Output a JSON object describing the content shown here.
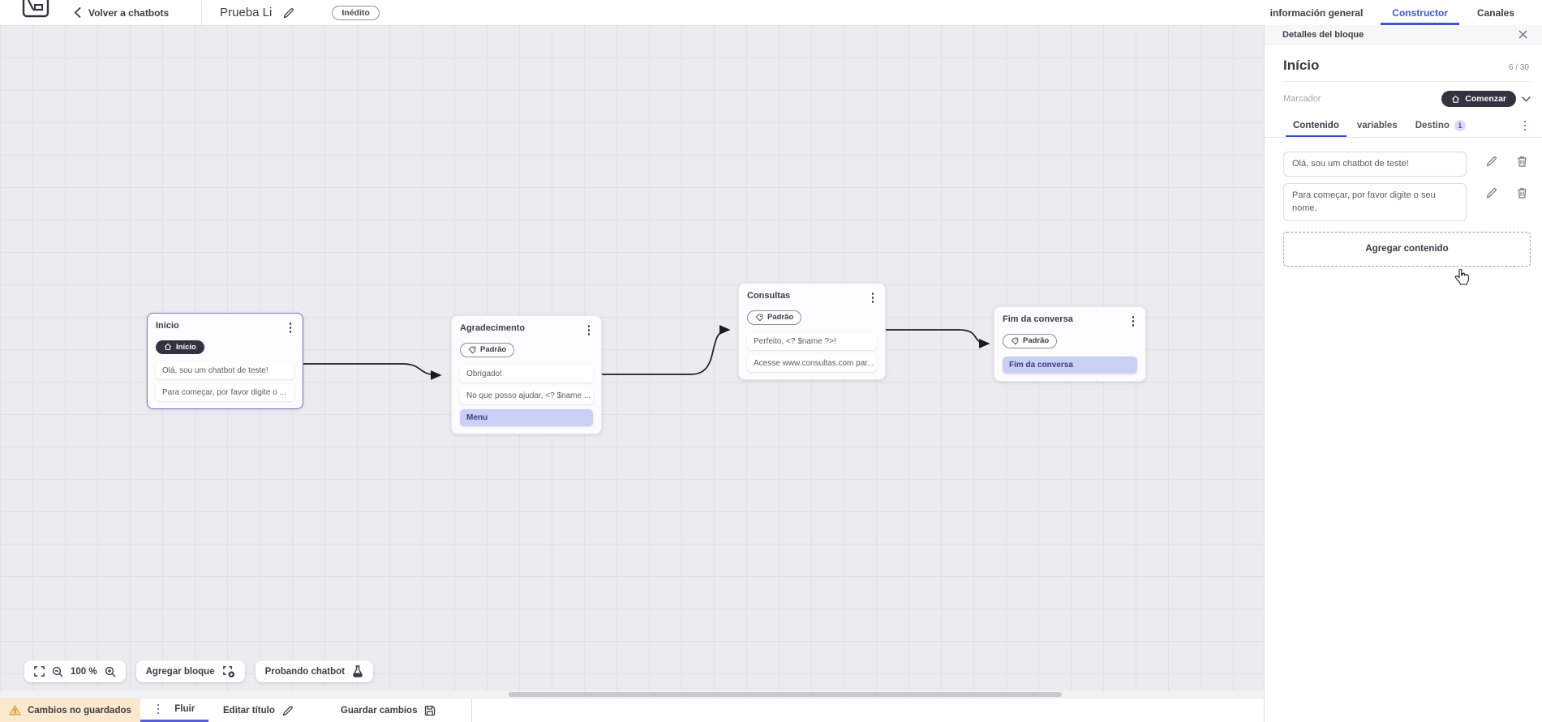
{
  "topbar": {
    "back_label": "Volver a chatbots",
    "title": "Prueba Li",
    "status_badge": "Inédito",
    "tabs": [
      {
        "label": "información general",
        "active": false
      },
      {
        "label": "Constructor",
        "active": true
      },
      {
        "label": "Canales",
        "active": false
      }
    ]
  },
  "canvas": {
    "nodes": [
      {
        "title": "Início",
        "badge": "Início",
        "badge_style": "dark",
        "selected": true,
        "items": [
          {
            "text": "Olá, sou um chatbot de teste!",
            "highlight": false
          },
          {
            "text": "Para começar, por favor digite o ...",
            "highlight": false
          }
        ]
      },
      {
        "title": "Agradecimento",
        "badge": "Padrão",
        "badge_style": "outline",
        "selected": false,
        "items": [
          {
            "text": "Obrigado!",
            "highlight": false
          },
          {
            "text": "No que posso ajudar, <? $name ...",
            "highlight": false
          },
          {
            "text": "Menu",
            "highlight": true
          }
        ]
      },
      {
        "title": "Consultas",
        "badge": "Padrão",
        "badge_style": "outline",
        "selected": false,
        "items": [
          {
            "text": "Perfeito, <? $name ?>!",
            "highlight": false
          },
          {
            "text": "Acesse www.consultas.com par...",
            "highlight": false
          }
        ]
      },
      {
        "title": "Fim da conversa",
        "badge": "Padrão",
        "badge_style": "outline",
        "selected": false,
        "items": [
          {
            "text": "Fim da conversa",
            "highlight": true
          }
        ]
      }
    ],
    "controls": {
      "zoom_level": "100 %",
      "add_block_label": "Agregar bloque",
      "test_chatbot_label": "Probando chatbot"
    }
  },
  "panel": {
    "header": "Detalles del bloque",
    "block_title": "Início",
    "char_counter": "6 / 30",
    "marker_label": "Marcador",
    "marker_value": "Comenzar",
    "tabs": [
      {
        "label": "Contenido",
        "active": true
      },
      {
        "label": "variables",
        "active": false
      },
      {
        "label": "Destino",
        "active": false,
        "badge": "1"
      }
    ],
    "contents": [
      "Olá, sou um chatbot de teste!",
      "Para começar, por favor digite o seu nome."
    ],
    "add_content_label": "Agregar contenido"
  },
  "bottombar": {
    "warning_label": "Cambios no guardados",
    "flow_tab_label": "Fluir",
    "edit_title_label": "Editar título",
    "save_label": "Guardar cambios"
  },
  "icons": {
    "warning": "triangle-exclamation",
    "home": "house",
    "tag": "label-tag",
    "kebab": "vertical-dots",
    "edit": "pencil",
    "delete": "trash",
    "close": "x",
    "back": "chevron-left",
    "dropdown": "chevron-down",
    "fullscreen": "expand-corners",
    "zoom_out": "magnifier-minus",
    "zoom_in": "magnifier-plus",
    "add_block": "dashed-square-plus",
    "test": "flask",
    "save": "floppy-disk",
    "cursor": "hand-pointer"
  },
  "colors": {
    "accent_blue": "#3d56d4",
    "accent_purple": "#5a5fd8",
    "dark_pill": "#34323e",
    "highlight_card_bg": "#c9cff5",
    "warning_bg": "#fbe8cd",
    "canvas_bg": "#ecebee",
    "selected_node_border": "#7a6ee0"
  }
}
